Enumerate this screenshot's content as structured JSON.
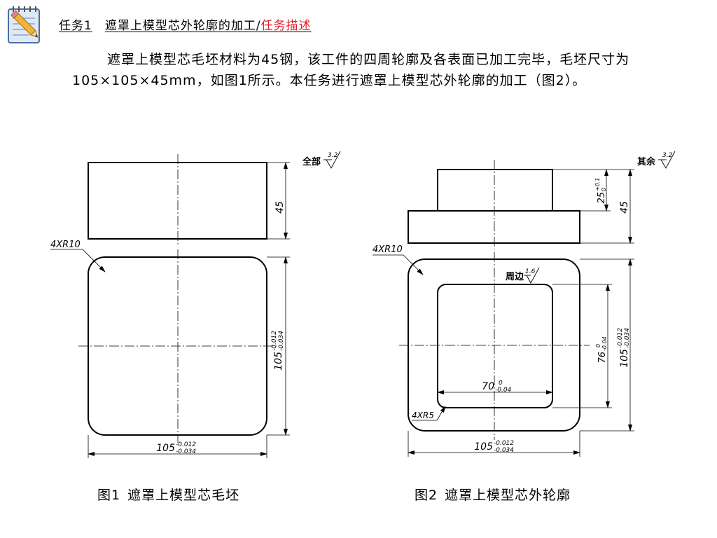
{
  "header": {
    "task_number": "任务1",
    "task_title": "遮罩上模型芯外轮廓的加工/",
    "section_link": "任务描述"
  },
  "description": {
    "paragraph": "遮罩上模型芯毛坯材料为45钢，该工件的四周轮廓及各表面已加工完毕，毛坯尺寸为105×105×45mm，如图1所示。本任务进行遮罩上模型芯外轮廓的加工（图2）。"
  },
  "figure1": {
    "caption_number": "图1",
    "caption_text": "遮罩上模型芯毛坯",
    "surface_note": "全部",
    "roughness": "3.2",
    "corner_radius": "4XR10",
    "height": "45",
    "side_dim": {
      "nominal": "105",
      "upper": "-0.012",
      "lower": "-0.034"
    },
    "bottom_dim": {
      "nominal": "105",
      "upper": "-0.012",
      "lower": "-0.034"
    }
  },
  "figure2": {
    "caption_number": "图2",
    "caption_text": "遮罩上模型芯外轮廓",
    "surface_note": "其余",
    "roughness": "3.2",
    "edge_note": "周边",
    "edge_roughness": "1.6",
    "outer_corner_radius": "4XR10",
    "inner_corner_radius": "4XR5",
    "boss_height": {
      "nominal": "25",
      "upper": "+0.1",
      "lower": "0"
    },
    "total_height": "45",
    "inner_height": {
      "nominal": "76",
      "upper": "0",
      "lower": "-0.04"
    },
    "outer_height": {
      "nominal": "105",
      "upper": "-0.012",
      "lower": "-0.034"
    },
    "inner_width": {
      "nominal": "70",
      "upper": "0",
      "lower": "-0.04"
    },
    "outer_width": {
      "nominal": "105",
      "upper": "-0.012",
      "lower": "-0.034"
    }
  }
}
